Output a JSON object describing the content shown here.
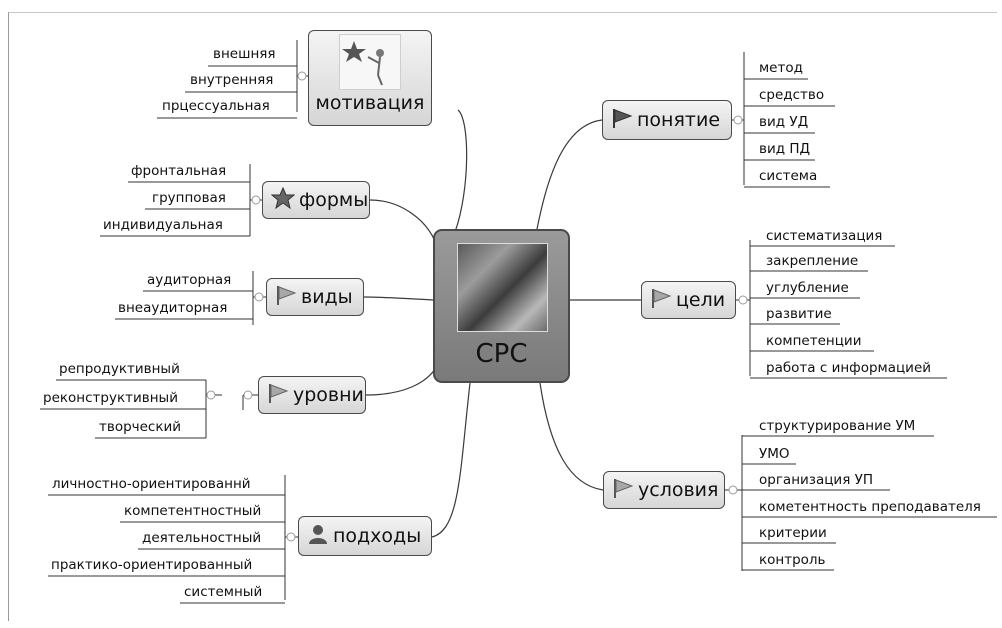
{
  "center": {
    "title": "СРС"
  },
  "nodes": {
    "motivaciya": {
      "label": "мотивация",
      "leaves": [
        "внешняя",
        "внутренняя",
        "прцессуальная"
      ],
      "icon": "star-figure-image"
    },
    "formy": {
      "label": "формы",
      "leaves": [
        "фронтальная",
        "групповая",
        "индивидуальная"
      ],
      "icon": "star-icon"
    },
    "vidy": {
      "label": "виды",
      "leaves": [
        "аудиторная",
        "внеаудиторная"
      ],
      "icon": "flag-icon"
    },
    "urovni": {
      "label": "уровни",
      "leaves": [
        "репродуктивный",
        "реконструктивный",
        "творческий"
      ],
      "icon": "flag-icon"
    },
    "podkhody": {
      "label": "подходы",
      "leaves": [
        "личностно-ориентированнй",
        "компетентностный",
        "деятельностный",
        "практико-ориентированный",
        "системный"
      ],
      "icon": "person-icon"
    },
    "ponyatie": {
      "label": "понятие",
      "leaves": [
        "метод",
        "средство",
        "вид УД",
        "вид ПД",
        "система"
      ],
      "icon": "flag-icon"
    },
    "celi": {
      "label": "цели",
      "leaves": [
        "систематизация",
        "закрепление",
        "углубление",
        "развитие",
        "компетенции",
        "работа с информацией"
      ],
      "icon": "flag-icon"
    },
    "usloviya": {
      "label": "условия",
      "leaves": [
        "структурирование УМ",
        "УМО",
        "организация УП",
        "кометентность преподавателя",
        "критерии",
        "контроль"
      ],
      "icon": "flag-icon"
    }
  }
}
